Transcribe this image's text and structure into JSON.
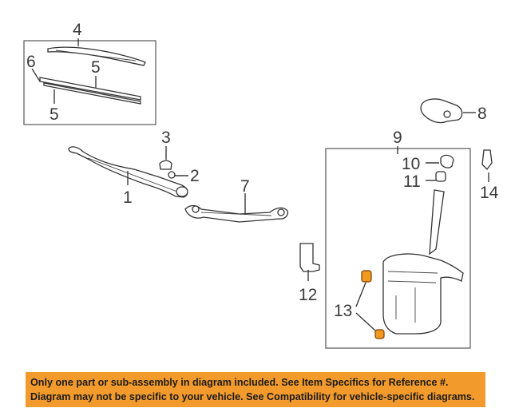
{
  "diagram": {
    "callouts": {
      "c1": "1",
      "c2": "2",
      "c3": "3",
      "c4": "4",
      "c5a": "5",
      "c5b": "5",
      "c6": "6",
      "c7": "7",
      "c8": "8",
      "c9": "9",
      "c10": "10",
      "c11": "11",
      "c12": "12",
      "c13": "13",
      "c14": "14"
    },
    "colors": {
      "highlight": "#f29a1f",
      "banner": "#f39a2c",
      "line": "#3a3a3a"
    }
  },
  "notice": {
    "line1": "Only one part or sub-assembly in diagram included. See Item Specifics for Reference #.",
    "line2": "Diagram may not be specific to your vehicle. See Compatibility for vehicle-specific diagrams."
  }
}
